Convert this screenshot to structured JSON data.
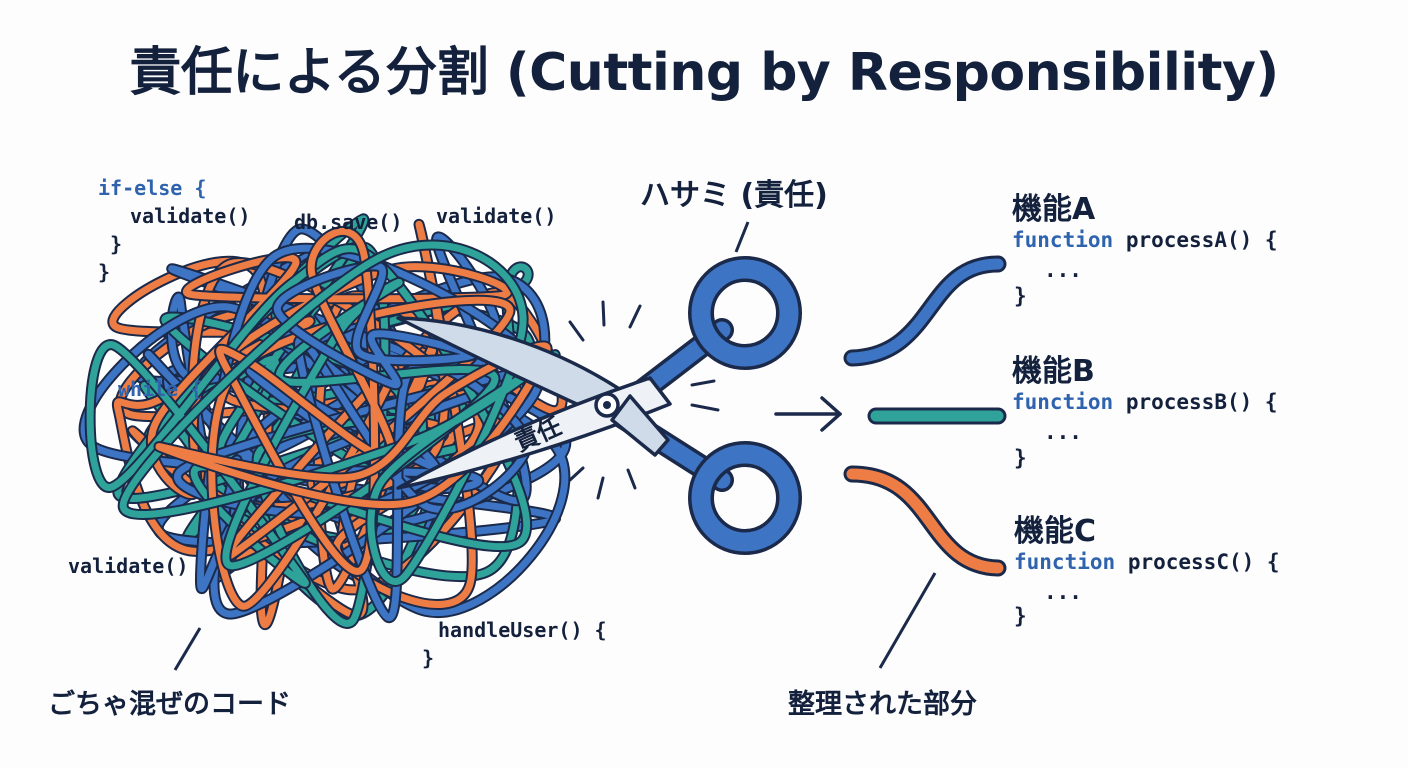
{
  "title": "責任による分割 (Cutting by Responsibility)",
  "labels": {
    "scissors": "ハサミ (責任)",
    "blade": "責任",
    "mixed_code": "ごちゃ混ぜのコード",
    "organized": "整理された部分"
  },
  "tangle_code": {
    "if_else": "if-else {",
    "validate_1": "validate()",
    "db_save": "db.save()",
    "validate_2": "validate()",
    "brace_1": "}",
    "brace_2": "}",
    "while": "while {",
    "validate_3": "validate()",
    "handle_user": "handleUser() {",
    "brace_3": "}"
  },
  "features": [
    {
      "name": "機能A",
      "keyword": "function",
      "signature": "processA() {",
      "body": "...",
      "close": "}"
    },
    {
      "name": "機能B",
      "keyword": "function",
      "signature": "processB() {",
      "body": "...",
      "close": "}"
    },
    {
      "name": "機能C",
      "keyword": "function",
      "signature": "processC() {",
      "body": "...",
      "close": "}"
    }
  ],
  "colors": {
    "navy": "#14213d",
    "blue": "#3d74c4",
    "teal": "#2fa39a",
    "orange": "#ee7d45",
    "outline": "#1b2a4a"
  }
}
